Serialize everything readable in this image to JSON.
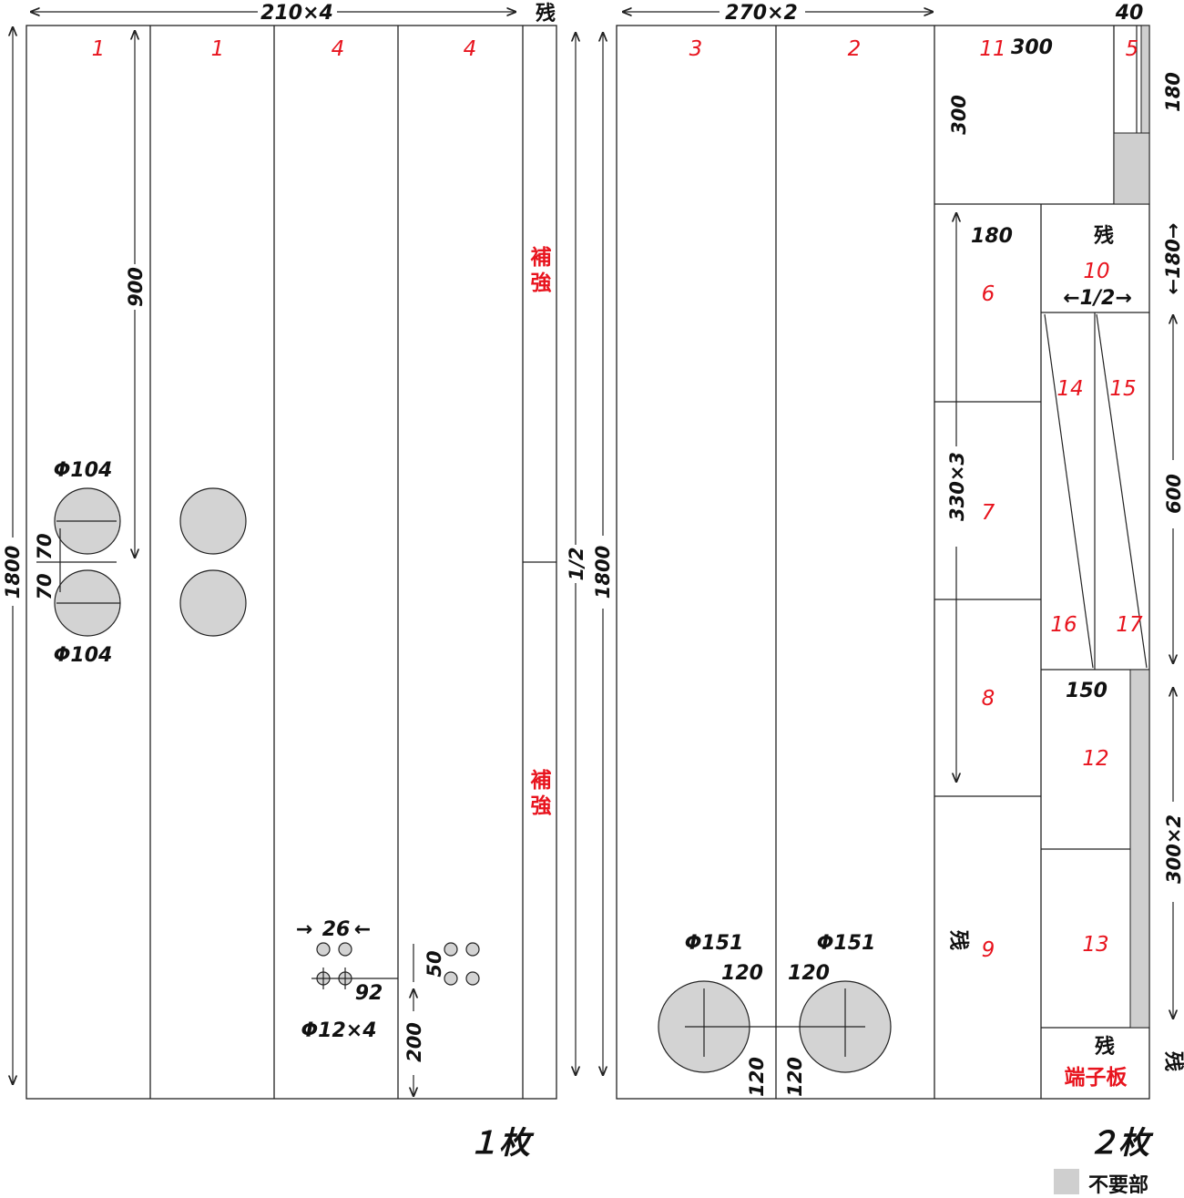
{
  "sheet_left": {
    "top_dim": "210×4",
    "zan_top": "残",
    "side_dim": "1800",
    "half_dim": "1/2",
    "strip_labels": [
      "1",
      "1",
      "4",
      "4"
    ],
    "hokyou": "補強",
    "dim_900": "900",
    "phi104": "Φ104",
    "dim_70": "70",
    "dim_26": "26",
    "dim_92": "92",
    "phi12": "Φ12×4",
    "dim_50": "50",
    "dim_200": "200",
    "sheet_count": "１枚"
  },
  "sheet_right": {
    "top_dim": "270×2",
    "dim_40": "40",
    "side_dim": "1800",
    "labels": {
      "p3": "3",
      "p2": "2",
      "p11": "11",
      "p5": "5",
      "p6": "6",
      "p7": "7",
      "p8": "8",
      "p9": "9",
      "p10": "10",
      "p12": "12",
      "p13": "13",
      "p14": "14",
      "p15": "15",
      "p16": "16",
      "p17": "17"
    },
    "dim_300": "300",
    "dim_180": "180",
    "dim_330x3": "330×3",
    "dim_half": "←1/2→",
    "dim_600": "600",
    "dim_150": "150",
    "dim_300x2": "300×2",
    "dim_180_arrow": "←180→",
    "zan": "残",
    "tanshi": "端子板",
    "phi151": "Φ151",
    "dim_120": "120",
    "sheet_count": "２枚"
  },
  "legend": {
    "unneeded": "不要部"
  }
}
